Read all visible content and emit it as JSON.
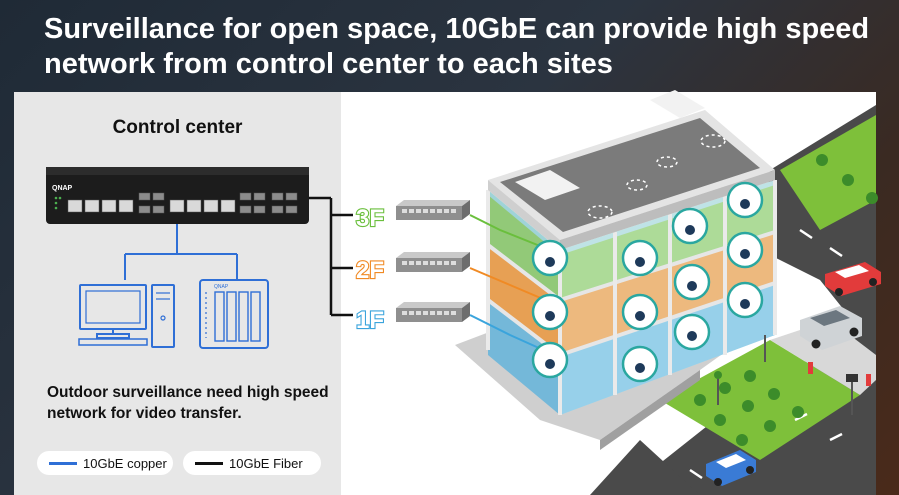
{
  "title": "Surveillance for open space, 10GbE can provide high speed network from control center to each sites",
  "control_center": {
    "label": "Control center",
    "switch_brand": "QNAP"
  },
  "description": "Outdoor surveillance need high speed network for video transfer.",
  "floors": [
    {
      "label": "3F",
      "color": "#6abf3c"
    },
    {
      "label": "2F",
      "color": "#f08a24"
    },
    {
      "label": "1F",
      "color": "#3aa4dc"
    }
  ],
  "legend": [
    {
      "label": "10GbE copper",
      "color": "#2f6fd6"
    },
    {
      "label": "10GbE Fiber",
      "color": "#111111"
    }
  ],
  "colors": {
    "copper": "#2f6fd6",
    "fiber": "#111111"
  }
}
